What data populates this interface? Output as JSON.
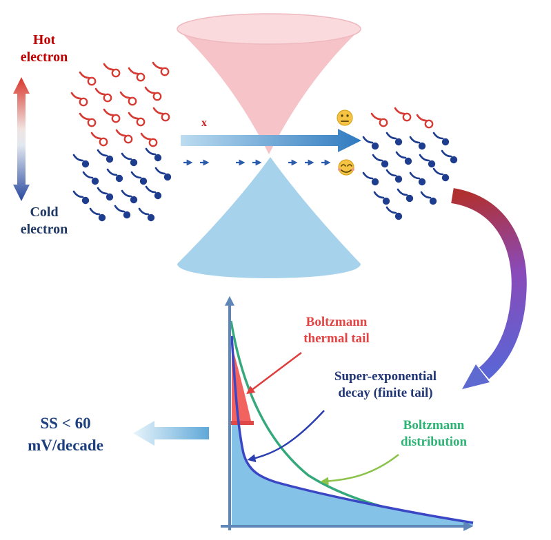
{
  "figure": {
    "type": "scientific-diagram",
    "description": "Cold electron transport through Dirac cones filtering hot electrons, giving super-exponential decay and SS below 60 mV/decade",
    "labels": {
      "hot_electron": "Hot\nelectron",
      "cold_electron": "Cold\nelectron",
      "blocked_mark": "x",
      "ss": "SS < 60\nmV/decade",
      "boltzmann_thermal_tail": "Boltzmann\nthermal tail",
      "super_exponential": "Super-exponential\ndecay (finite tail)",
      "boltzmann_distribution": "Boltzmann\ndistribution"
    },
    "icons": {
      "neutral_face": "neutral-face-icon",
      "smiling_face": "smiling-face-icon",
      "hot_cold_double_arrow": "temperature-gradient-arrow-icon",
      "transport_arrow": "transport-arrow-icon",
      "curved_flow_arrow": "curved-gradient-arrow-icon",
      "ss_arrow": "left-result-arrow-icon"
    },
    "colors": {
      "hot_red": "#c00000",
      "cold_navy": "#1f3864",
      "upper_cone": "#f5c3c8",
      "upper_cone_rim": "#fadadd",
      "lower_cone": "#a6d2ec",
      "red_electron": "#d63b34",
      "blue_electron": "#1e3d8f",
      "axis_blue": "#5e87b8",
      "curve_green": "#35a87c",
      "curve_blue": "#3a46c4",
      "fill_blue": "#85c2e8",
      "fill_red": "#f2635f",
      "cutoff_red": "#e04848",
      "label_red": "#e24343",
      "label_navy": "#203575",
      "label_green": "#2db374",
      "arrow_green": "#8bc34a",
      "arrow_blue": "#2b3fb0",
      "smiley_yellow": "#f6c445"
    }
  },
  "chart_data": {
    "type": "line",
    "title": "",
    "xlabel": "",
    "ylabel": "",
    "axes_visible": true,
    "curves": [
      {
        "name": "Boltzmann distribution",
        "color": "#35a87c",
        "shape": "slow exponential decay, unfilled"
      },
      {
        "name": "Super-exponential decay (finite tail)",
        "color": "#3a46c4",
        "shape": "steep super-exponential decay, area filled light blue"
      },
      {
        "name": "Boltzmann thermal tail",
        "color": "#f2635f",
        "shape": "red filled wedge near y-axis truncated by red cutoff bar"
      }
    ]
  },
  "particles": {
    "red_left": [
      [
        133,
        118
      ],
      [
        168,
        106
      ],
      [
        204,
        112
      ],
      [
        239,
        104
      ],
      [
        121,
        148
      ],
      [
        156,
        142
      ],
      [
        192,
        147
      ],
      [
        228,
        140
      ],
      [
        133,
        178
      ],
      [
        168,
        172
      ],
      [
        204,
        177
      ],
      [
        240,
        170
      ],
      [
        150,
        206
      ],
      [
        186,
        202
      ],
      [
        222,
        207
      ]
    ],
    "red_right": [
      [
        556,
        178
      ],
      [
        590,
        170
      ],
      [
        622,
        180
      ]
    ],
    "blue_left": [
      [
        124,
        238
      ],
      [
        159,
        231
      ],
      [
        194,
        236
      ],
      [
        229,
        229
      ],
      [
        138,
        263
      ],
      [
        173,
        259
      ],
      [
        208,
        263
      ],
      [
        243,
        257
      ],
      [
        124,
        291
      ],
      [
        159,
        286
      ],
      [
        194,
        290
      ],
      [
        229,
        284
      ],
      [
        148,
        316
      ],
      [
        184,
        312
      ],
      [
        219,
        316
      ]
    ],
    "blue_right": [
      [
        544,
        212
      ],
      [
        578,
        206
      ],
      [
        612,
        212
      ],
      [
        646,
        206
      ],
      [
        558,
        238
      ],
      [
        592,
        234
      ],
      [
        626,
        238
      ],
      [
        658,
        232
      ],
      [
        544,
        264
      ],
      [
        578,
        260
      ],
      [
        612,
        264
      ],
      [
        646,
        258
      ],
      [
        560,
        292
      ],
      [
        594,
        288
      ],
      [
        628,
        292
      ],
      [
        578,
        314
      ]
    ]
  }
}
